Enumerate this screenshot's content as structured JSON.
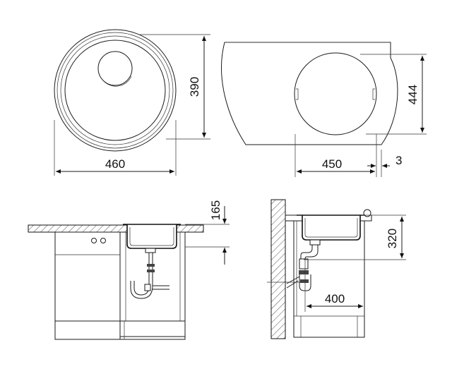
{
  "dimensions": {
    "bowl_width": "460",
    "bowl_depth": "390",
    "cutout_height": "444",
    "cutout_width": "450",
    "rim_gap": "3",
    "mount_height": "165",
    "bowl_height": "320",
    "cabinet_width": "400"
  },
  "colors": {
    "line": "#1a1a1a",
    "background": "#ffffff"
  }
}
